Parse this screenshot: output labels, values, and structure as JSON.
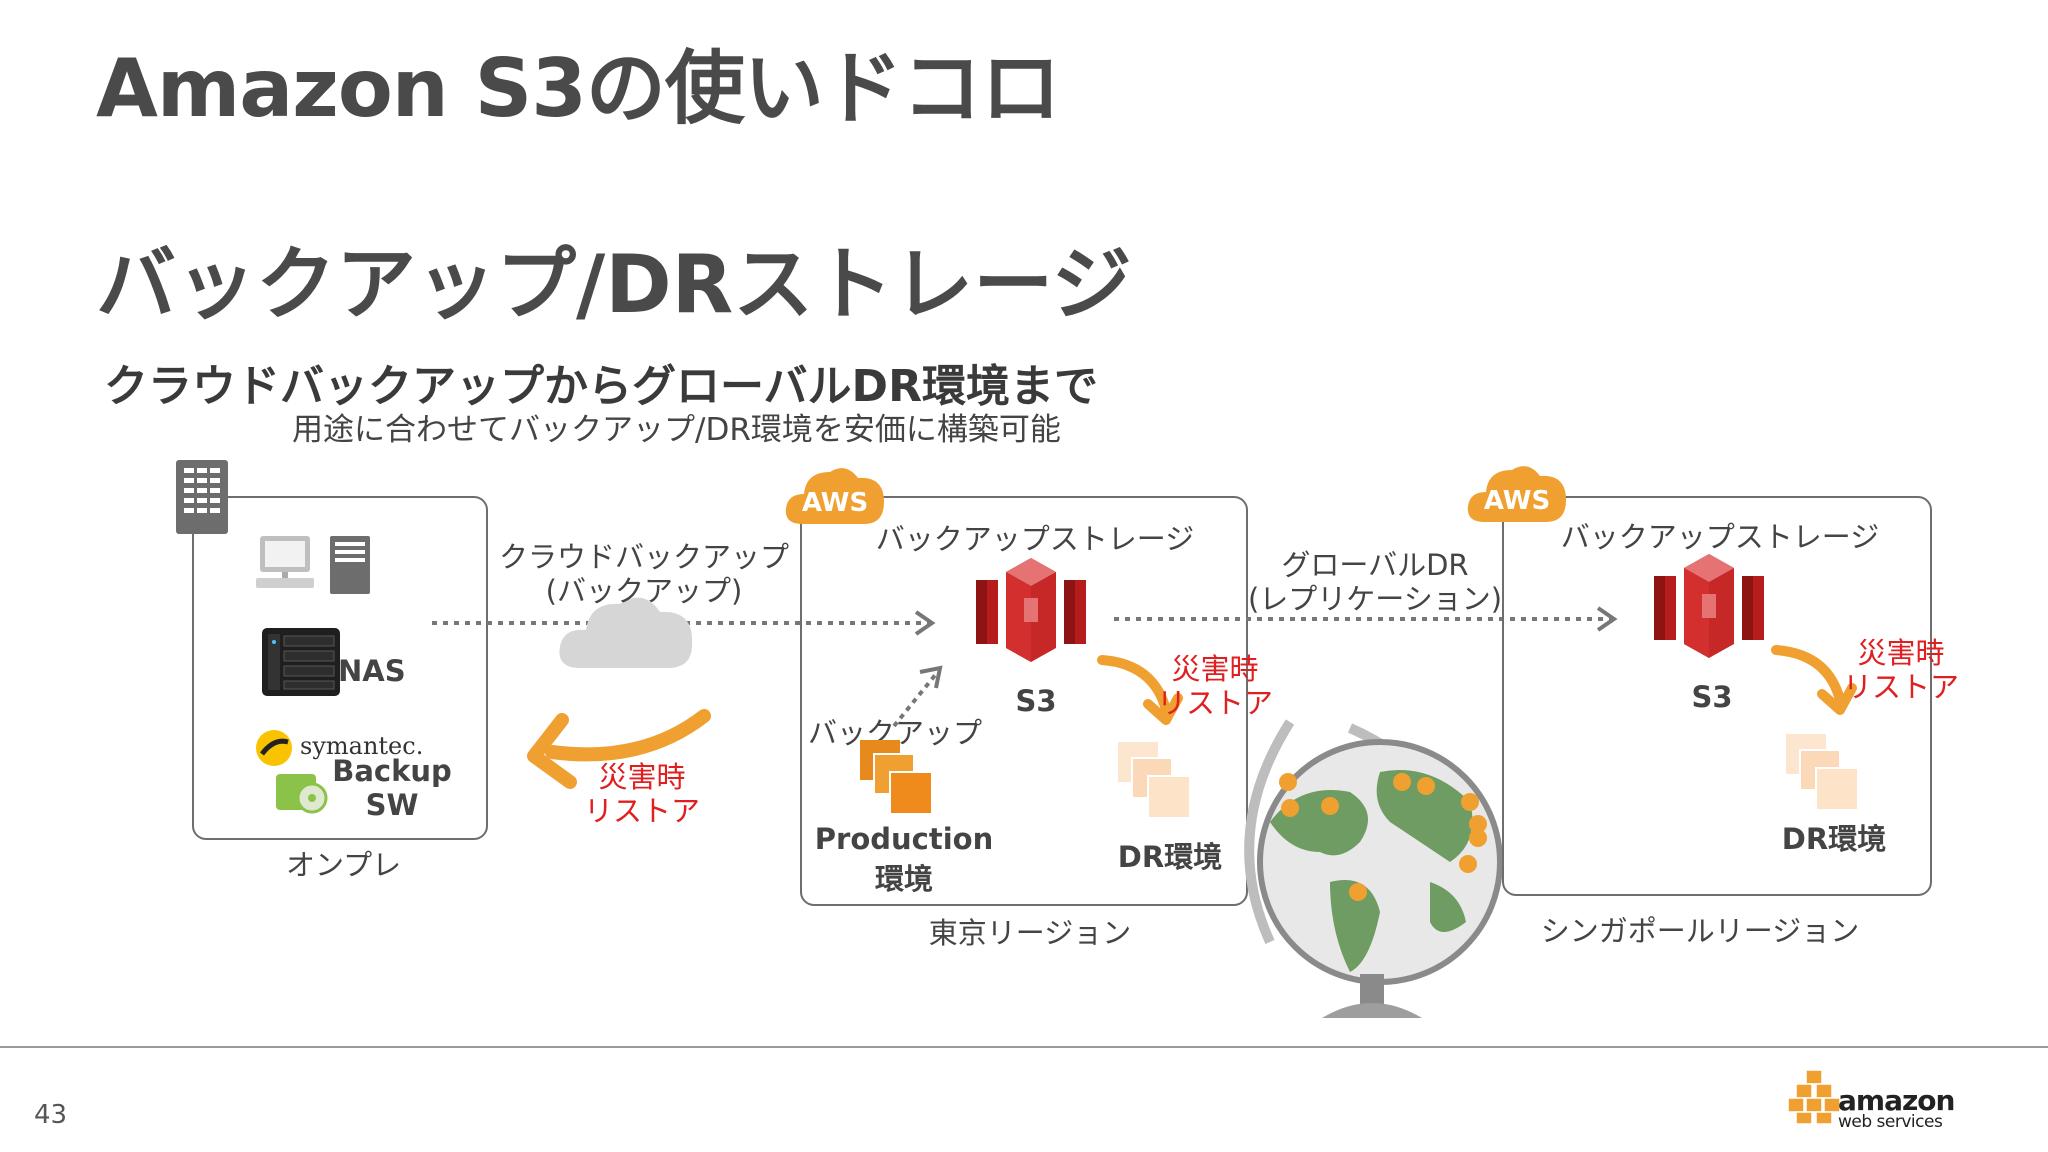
{
  "slide": {
    "title": "Amazon S3の使いドコロ",
    "heading": "バックアップ/DRストレージ",
    "subheading": "クラウドバックアップからグローバルDR環境まで",
    "description": "用途に合わせてバックアップ/DR環境を安価に構築可能",
    "page_number": "43"
  },
  "onprem": {
    "label": "オンプレ",
    "nas_label": "NAS",
    "symantec_label": "symantec.",
    "backup_sw_line1": "Backup",
    "backup_sw_line2": "SW"
  },
  "cloud_backup": {
    "line1": "クラウドバックアップ",
    "line2": "(バックアップ)"
  },
  "onprem_restore": {
    "line1": "災害時",
    "line2": "リストア"
  },
  "tokyo": {
    "aws_badge": "AWS",
    "storage_label": "バックアップストレージ",
    "s3_label": "S3",
    "backup_label": "バックアップ",
    "production_line1": "Production",
    "production_line2": "環境",
    "restore_line1": "災害時",
    "restore_line2": "リストア",
    "dr_label": "DR環境",
    "region_label": "東京リージョン"
  },
  "global_dr": {
    "line1": "グローバルDR",
    "line2": "(レプリケーション)"
  },
  "singapore": {
    "aws_badge": "AWS",
    "storage_label": "バックアップストレージ",
    "s3_label": "S3",
    "restore_line1": "災害時",
    "restore_line2": "リストア",
    "dr_label": "DR環境",
    "region_label": "シンガポールリージョン"
  },
  "brand": {
    "logo_line1": "amazon",
    "logo_line2": "web services"
  },
  "colors": {
    "aws_orange": "#f0a030",
    "s3_red": "#d32f2f",
    "restore_red": "#e02020",
    "border": "#6e6e6e"
  }
}
